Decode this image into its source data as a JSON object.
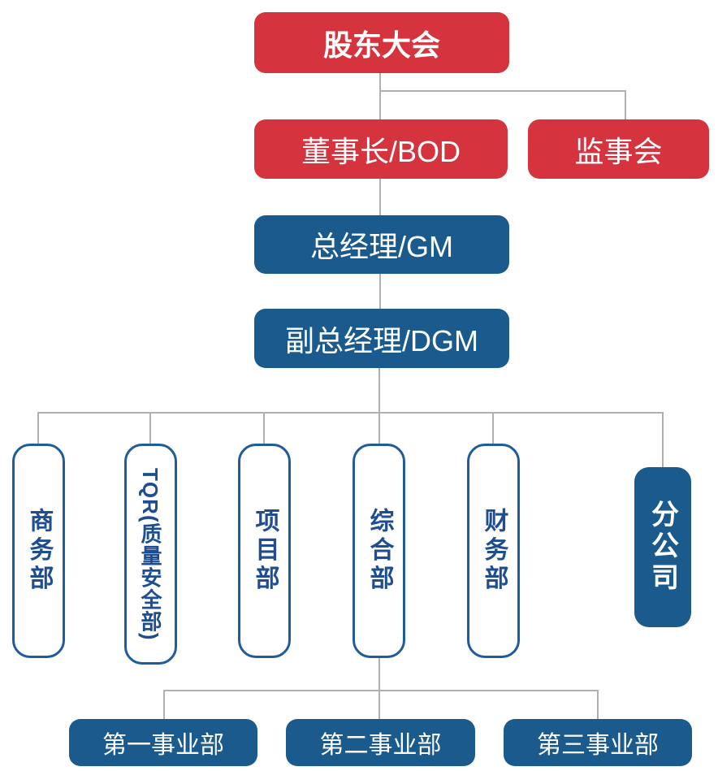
{
  "colors": {
    "brand_red": "#d5333e",
    "brand_blue": "#1a5a8c",
    "outline_blue": "#1f5c99",
    "dept_text_blue": "#1e4e91",
    "connector_gray": "#b0b0b0",
    "canvas_bg": "#ffffff"
  },
  "nodes": {
    "shareholders_meeting": "股东大会",
    "chairman_bod": "董事长/BOD",
    "supervisory_board": "监事会",
    "general_manager": "总经理/GM",
    "deputy_general_manager": "副总经理/DGM",
    "departments": [
      "商务部",
      "TQR(质量安全部)",
      "项目部",
      "综合部",
      "财务部"
    ],
    "branch_company": "分公司",
    "divisions": [
      "第一事业部",
      "第二事业部",
      "第三事业部"
    ]
  }
}
